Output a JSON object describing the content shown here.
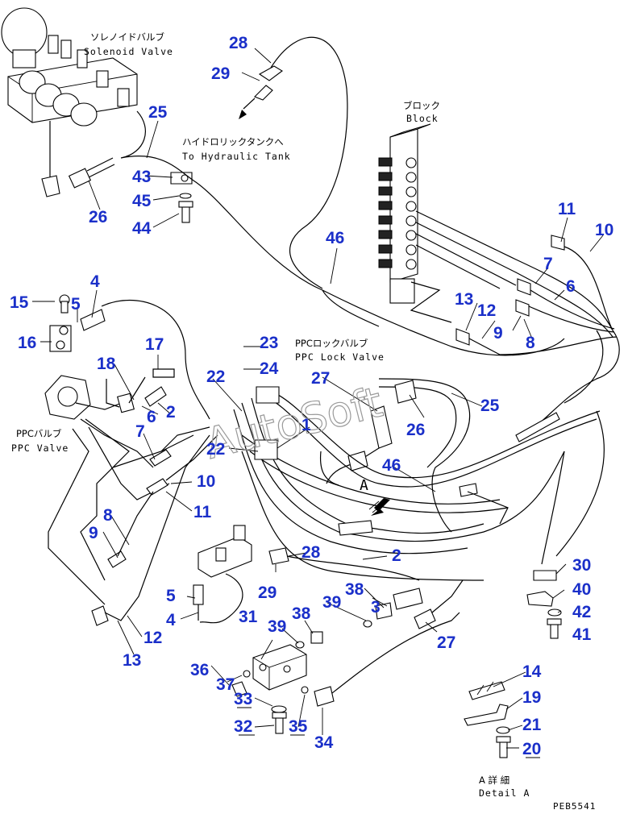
{
  "labels": {
    "solenoid_jp": "ソレノイドバルブ",
    "solenoid_en": "Solenoid Valve",
    "tank_jp": "ハイドロリックタンクへ",
    "tank_en": "To Hydraulic Tank",
    "block_jp": "ブロック",
    "block_en": "Block",
    "ppc_lock_jp": "PPCロックバルブ",
    "ppc_lock_en": "PPC Lock Valve",
    "ppc_valve_jp": "PPCバルブ",
    "ppc_valve_en": "PPC Valve",
    "view_a": "A",
    "detail_jp": "A 詳 細",
    "detail_en": "Detail A",
    "drawing_code": "PEB5541",
    "watermark": "AutoSoft"
  },
  "part_numbers": [
    {
      "id": "p28a",
      "text": "28"
    },
    {
      "id": "p29a",
      "text": "29"
    },
    {
      "id": "p25a",
      "text": "25"
    },
    {
      "id": "p43",
      "text": "43"
    },
    {
      "id": "p45",
      "text": "45"
    },
    {
      "id": "p44",
      "text": "44"
    },
    {
      "id": "p26a",
      "text": "26"
    },
    {
      "id": "p46a",
      "text": "46"
    },
    {
      "id": "p11a",
      "text": "11"
    },
    {
      "id": "p10a",
      "text": "10"
    },
    {
      "id": "p7a",
      "text": "7"
    },
    {
      "id": "p6a",
      "text": "6"
    },
    {
      "id": "p13a",
      "text": "13"
    },
    {
      "id": "p12a",
      "text": "12"
    },
    {
      "id": "p9a",
      "text": "9"
    },
    {
      "id": "p8a",
      "text": "8"
    },
    {
      "id": "p4a",
      "text": "4"
    },
    {
      "id": "p15",
      "text": "15"
    },
    {
      "id": "p5a",
      "text": "5"
    },
    {
      "id": "p16",
      "text": "16"
    },
    {
      "id": "p17",
      "text": "17"
    },
    {
      "id": "p18",
      "text": "18"
    },
    {
      "id": "p23",
      "text": "23"
    },
    {
      "id": "p24",
      "text": "24"
    },
    {
      "id": "p22a",
      "text": "22"
    },
    {
      "id": "p27a",
      "text": "27"
    },
    {
      "id": "p6b",
      "text": "6"
    },
    {
      "id": "p2a",
      "text": "2"
    },
    {
      "id": "p1",
      "text": "1"
    },
    {
      "id": "p26b",
      "text": "26"
    },
    {
      "id": "p25b",
      "text": "25"
    },
    {
      "id": "p7b",
      "text": "7"
    },
    {
      "id": "p22b",
      "text": "22"
    },
    {
      "id": "p46b",
      "text": "46"
    },
    {
      "id": "p10b",
      "text": "10"
    },
    {
      "id": "p11b",
      "text": "11"
    },
    {
      "id": "p8b",
      "text": "8"
    },
    {
      "id": "p9b",
      "text": "9"
    },
    {
      "id": "p28b",
      "text": "28"
    },
    {
      "id": "p2b",
      "text": "2"
    },
    {
      "id": "p30",
      "text": "30"
    },
    {
      "id": "p29b",
      "text": "29"
    },
    {
      "id": "p40",
      "text": "40"
    },
    {
      "id": "p38a",
      "text": "38"
    },
    {
      "id": "p3",
      "text": "3"
    },
    {
      "id": "p5b",
      "text": "5"
    },
    {
      "id": "p39a",
      "text": "39"
    },
    {
      "id": "p42",
      "text": "42"
    },
    {
      "id": "p4b",
      "text": "4"
    },
    {
      "id": "p31",
      "text": "31"
    },
    {
      "id": "p38b",
      "text": "38"
    },
    {
      "id": "p41",
      "text": "41"
    },
    {
      "id": "p12b",
      "text": "12"
    },
    {
      "id": "p39b",
      "text": "39"
    },
    {
      "id": "p27b",
      "text": "27"
    },
    {
      "id": "p13b",
      "text": "13"
    },
    {
      "id": "p14",
      "text": "14"
    },
    {
      "id": "p36",
      "text": "36"
    },
    {
      "id": "p37",
      "text": "37"
    },
    {
      "id": "p19",
      "text": "19"
    },
    {
      "id": "p33",
      "text": "33"
    },
    {
      "id": "p21",
      "text": "21"
    },
    {
      "id": "p32",
      "text": "32"
    },
    {
      "id": "p35",
      "text": "35"
    },
    {
      "id": "p20",
      "text": "20"
    },
    {
      "id": "p34",
      "text": "34"
    }
  ]
}
